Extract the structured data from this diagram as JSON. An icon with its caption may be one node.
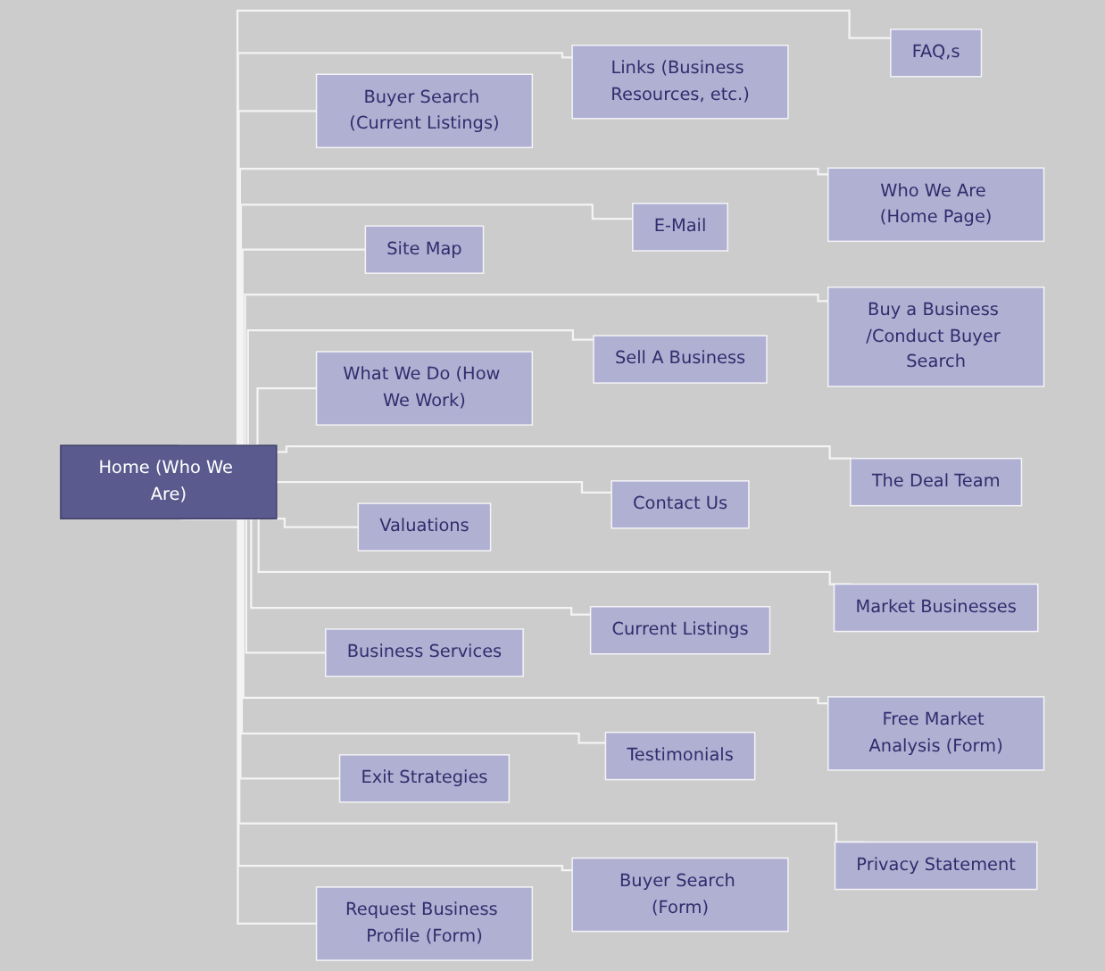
{
  "diagram": {
    "nodes": [
      {
        "text": [
          "Home (Who We Are)"
        ]
      },
      {
        "text": [
          "Buyer Search (Current Listings)"
        ]
      },
      {
        "text": [
          "Links (Business Resources, etc.)"
        ]
      },
      {
        "text": [
          "FAQ,s"
        ]
      },
      {
        "text": [
          "Site Map"
        ]
      },
      {
        "text": [
          "E-Mail"
        ]
      },
      {
        "text": [
          "Who We Are (Home Page)"
        ]
      },
      {
        "text": [
          "What We Do (How We Work)"
        ]
      },
      {
        "text": [
          "Sell A Business"
        ]
      },
      {
        "text": [
          "Buy a Business /Conduct Buyer Search"
        ]
      },
      {
        "text": [
          "Valuations"
        ]
      },
      {
        "text": [
          "Contact Us"
        ]
      },
      {
        "text": [
          "The Deal Team"
        ]
      },
      {
        "text": [
          "Business Services"
        ]
      },
      {
        "text": [
          "Current Listings"
        ]
      },
      {
        "text": [
          "Market Businesses"
        ]
      },
      {
        "text": [
          "Exit Strategies"
        ]
      },
      {
        "text": [
          "Testimonials"
        ]
      },
      {
        "text": [
          "Free Market Analysis (Form)"
        ]
      },
      {
        "text": [
          "Request Business Profile (Form)"
        ]
      },
      {
        "text": [
          "Buyer Search (Form)"
        ]
      },
      {
        "text": [
          "Privacy Statement"
        ]
      }
    ],
    "edges": [
      {
        "from": 0,
        "to": 1,
        "arrow": "none"
      },
      {
        "from": 0,
        "to": 2,
        "arrow": "none"
      },
      {
        "from": 0,
        "to": 3,
        "arrow": "none"
      },
      {
        "from": 0,
        "to": 4,
        "arrow": "none"
      },
      {
        "from": 0,
        "to": 5,
        "arrow": "none"
      },
      {
        "from": 0,
        "to": 6,
        "arrow": "none"
      },
      {
        "from": 0,
        "to": 7,
        "arrow": "none"
      },
      {
        "from": 0,
        "to": 8,
        "arrow": "none"
      },
      {
        "from": 0,
        "to": 9,
        "arrow": "none"
      },
      {
        "from": 0,
        "to": 10,
        "arrow": "none"
      },
      {
        "from": 0,
        "to": 11,
        "arrow": "none"
      },
      {
        "from": 0,
        "to": 12,
        "arrow": "none"
      },
      {
        "from": 0,
        "to": 13,
        "arrow": "none"
      },
      {
        "from": 0,
        "to": 14,
        "arrow": "none"
      },
      {
        "from": 0,
        "to": 15,
        "arrow": "none"
      },
      {
        "from": 0,
        "to": 16,
        "arrow": "none"
      },
      {
        "from": 0,
        "to": 17,
        "arrow": "none"
      },
      {
        "from": 0,
        "to": 18,
        "arrow": "none"
      },
      {
        "from": 0,
        "to": 19,
        "arrow": "none"
      },
      {
        "from": 0,
        "to": 20,
        "arrow": "none"
      },
      {
        "from": 0,
        "to": 21,
        "arrow": "none"
      }
    ]
  }
}
